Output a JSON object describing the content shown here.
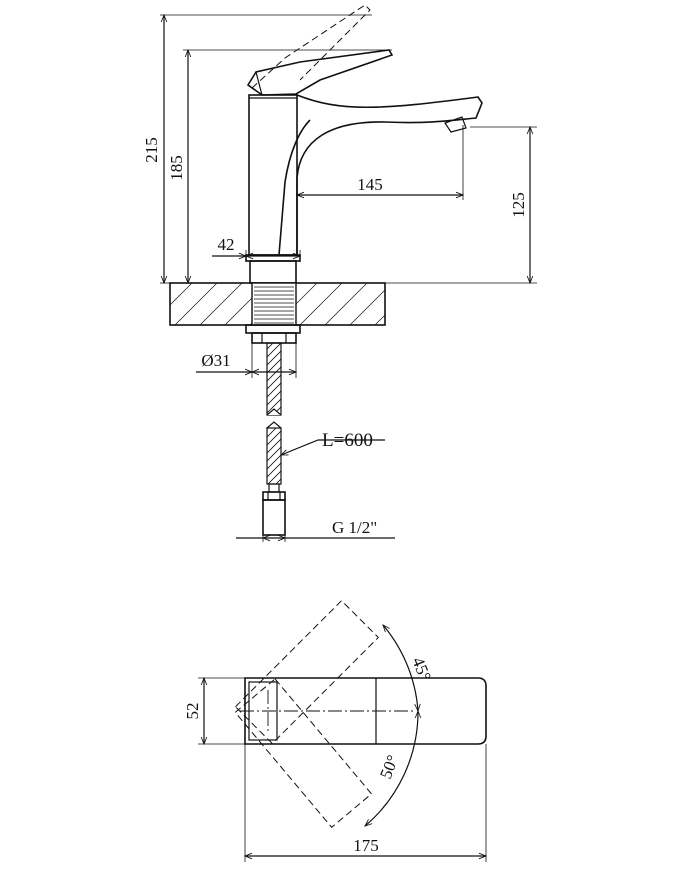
{
  "dimensions": {
    "total_height": "215",
    "lever_height": "185",
    "spout_reach": "145",
    "spout_height": "125",
    "body_width": "42",
    "base_diameter": "Ø31",
    "hose_length": "L=600",
    "thread": "G 1/2\"",
    "top_width": "52",
    "top_length": "175",
    "rotation_up": "45°",
    "rotation_down": "50°"
  }
}
